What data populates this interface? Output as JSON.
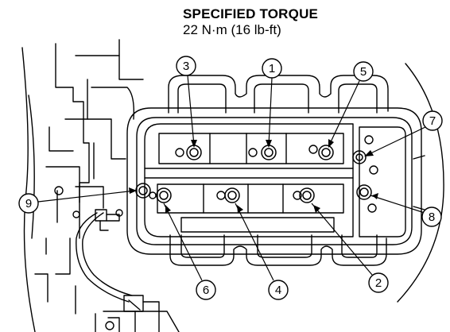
{
  "header": {
    "title": "SPECIFIED TORQUE",
    "value": "22 N·m (16 lb-ft)"
  },
  "callouts": [
    {
      "number": "1"
    },
    {
      "number": "2"
    },
    {
      "number": "3"
    },
    {
      "number": "4"
    },
    {
      "number": "5"
    },
    {
      "number": "6"
    },
    {
      "number": "7"
    },
    {
      "number": "8"
    },
    {
      "number": "9"
    }
  ],
  "colors": {
    "line": "#000000",
    "background": "#ffffff"
  }
}
